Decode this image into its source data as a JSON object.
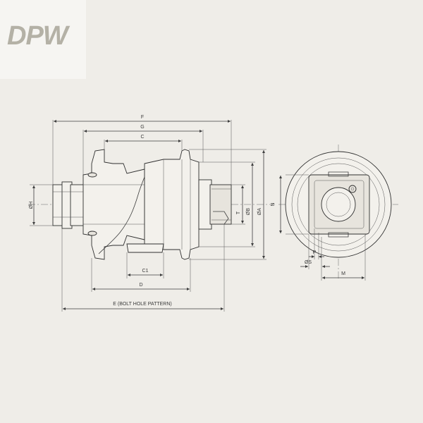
{
  "logo": {
    "text": "DPW"
  },
  "dimensions": {
    "F": "F",
    "G": "G",
    "C": "C",
    "C1": "C1",
    "D": "D",
    "E": "E (BOLT HOLE PATTERN)",
    "H": "ØH",
    "T": "T",
    "B": "ØB",
    "A": "ØA",
    "N": "N",
    "P": "P",
    "S": "ØS",
    "M": "M"
  },
  "colors": {
    "background": "#efede8",
    "logo": "#b4b1a6",
    "line": "#2f2f2f"
  }
}
